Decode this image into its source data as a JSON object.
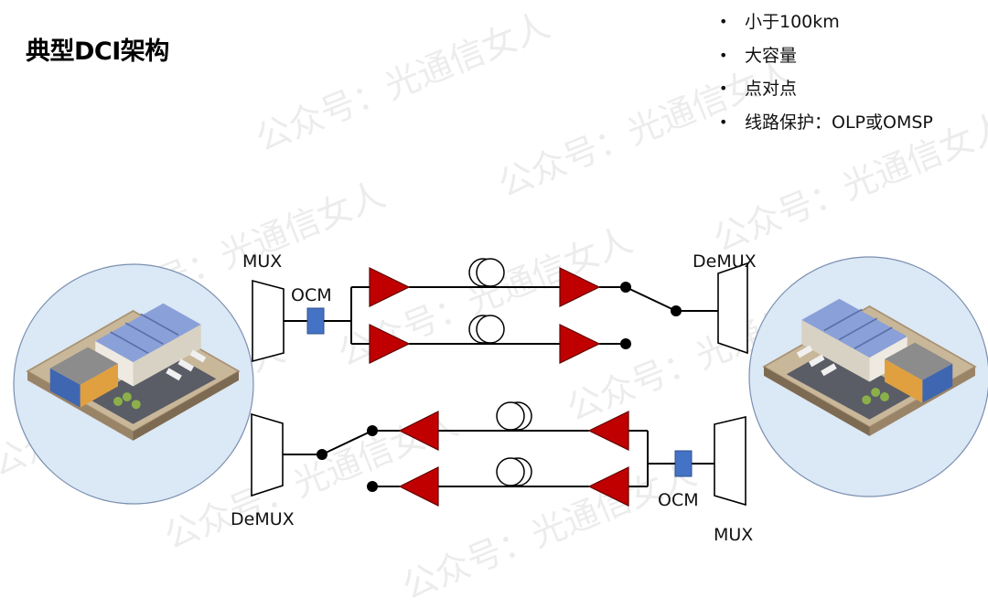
{
  "title": "典型DCI架构",
  "bullets": [
    "小于100km",
    "大容量",
    "点对点",
    "线路保护：OLP或OMSP"
  ],
  "watermark": "公众号：光通信女人",
  "labels": {
    "top_mux": "MUX",
    "top_ocm": "OCM",
    "top_demux": "DeMUX",
    "bottom_demux": "DeMUX",
    "bottom_ocm": "OCM",
    "bottom_mux": "MUX"
  },
  "colors": {
    "amplifier": "#c00000",
    "ocm": "#4472c4",
    "datacenter_bg": "#dbe8f5"
  },
  "icons": {
    "datacenter_left": "datacenter-building-icon",
    "datacenter_right": "datacenter-building-icon",
    "fiber_spool": "fiber-spool-icon",
    "amplifier": "optical-amplifier-triangle-icon",
    "switch": "optical-switch-icon"
  }
}
